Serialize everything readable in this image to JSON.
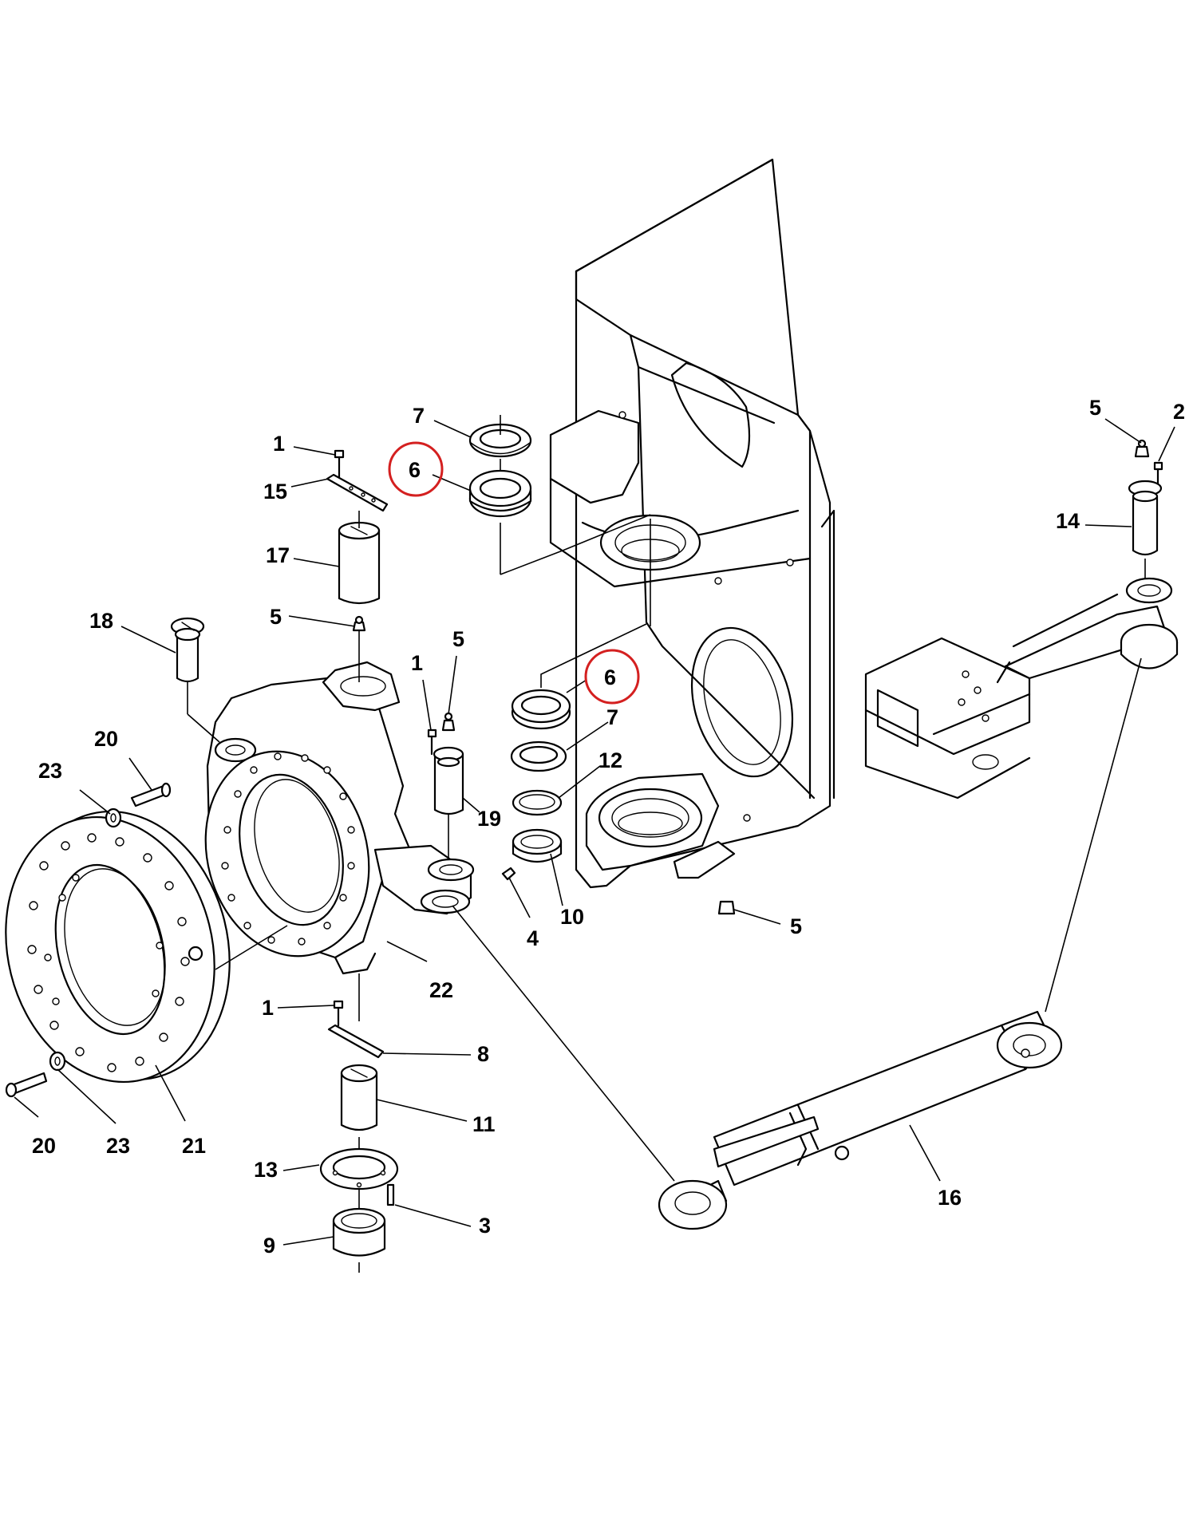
{
  "diagram": {
    "callouts": [
      {
        "id": "c1a",
        "text": "1"
      },
      {
        "id": "c15",
        "text": "15"
      },
      {
        "id": "c17",
        "text": "17"
      },
      {
        "id": "c5a",
        "text": "5"
      },
      {
        "id": "c18",
        "text": "18"
      },
      {
        "id": "c7a",
        "text": "7"
      },
      {
        "id": "c6a",
        "text": "6"
      },
      {
        "id": "c6b",
        "text": "6"
      },
      {
        "id": "c7b",
        "text": "7"
      },
      {
        "id": "c12",
        "text": "12"
      },
      {
        "id": "c10",
        "text": "10"
      },
      {
        "id": "c4",
        "text": "4"
      },
      {
        "id": "c1b",
        "text": "1"
      },
      {
        "id": "c5b",
        "text": "5"
      },
      {
        "id": "c19",
        "text": "19"
      },
      {
        "id": "c20a",
        "text": "20"
      },
      {
        "id": "c23a",
        "text": "23"
      },
      {
        "id": "c22",
        "text": "22"
      },
      {
        "id": "c1c",
        "text": "1"
      },
      {
        "id": "c8",
        "text": "8"
      },
      {
        "id": "c11",
        "text": "11"
      },
      {
        "id": "c13",
        "text": "13"
      },
      {
        "id": "c3",
        "text": "3"
      },
      {
        "id": "c9",
        "text": "9"
      },
      {
        "id": "c20b",
        "text": "20"
      },
      {
        "id": "c23b",
        "text": "23"
      },
      {
        "id": "c21",
        "text": "21"
      },
      {
        "id": "c5c",
        "text": "5"
      },
      {
        "id": "c5d",
        "text": "5"
      },
      {
        "id": "c2",
        "text": "2"
      },
      {
        "id": "c14",
        "text": "14"
      },
      {
        "id": "c16",
        "text": "16"
      }
    ],
    "highlight_color": "#d42020"
  }
}
